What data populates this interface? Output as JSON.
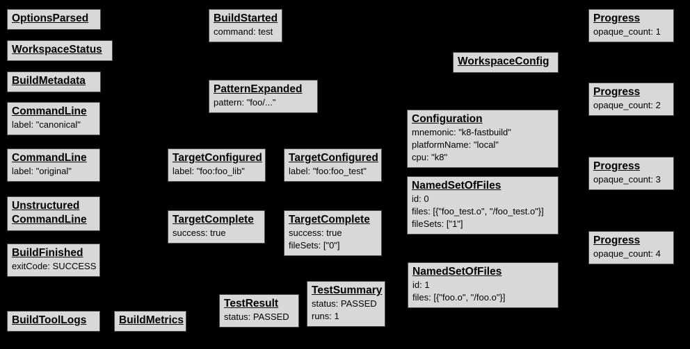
{
  "diagram": {
    "description": "Build event protocol event graph",
    "colors": {
      "background": "#000000",
      "box_fill": "#d8d8d8",
      "box_border": "#4c4c4c",
      "text": "#000000"
    }
  },
  "nodes": {
    "options_parsed": {
      "title": "OptionsParsed"
    },
    "workspace_status": {
      "title": "WorkspaceStatus"
    },
    "build_metadata": {
      "title": "BuildMetadata"
    },
    "command_line_canonical": {
      "title": "CommandLine",
      "body": "label: \"canonical\""
    },
    "command_line_original": {
      "title": "CommandLine",
      "body": "label: \"original\""
    },
    "unstructured_command_line": {
      "title": "Unstructured\nCommandLine"
    },
    "build_finished": {
      "title": "BuildFinished",
      "body": "exitCode: SUCCESS"
    },
    "build_tool_logs": {
      "title": "BuildToolLogs"
    },
    "build_metrics": {
      "title": "BuildMetrics"
    },
    "build_started": {
      "title": "BuildStarted",
      "body": "command: test"
    },
    "pattern_expanded": {
      "title": "PatternExpanded",
      "body": "pattern: \"foo/...\""
    },
    "target_configured_lib": {
      "title": "TargetConfigured",
      "body": "label: \"foo:foo_lib\""
    },
    "target_configured_test": {
      "title": "TargetConfigured",
      "body": "label: \"foo:foo_test\""
    },
    "target_complete_lib": {
      "title": "TargetComplete",
      "body": "success: true"
    },
    "target_complete_test": {
      "title": "TargetComplete",
      "body": "success: true\nfileSets: [\"0\"]"
    },
    "test_result": {
      "title": "TestResult",
      "body": "status: PASSED"
    },
    "test_summary": {
      "title": "TestSummary",
      "body": "status: PASSED\nruns: 1"
    },
    "workspace_config": {
      "title": "WorkspaceConfig"
    },
    "configuration": {
      "title": "Configuration",
      "body": "mnemonic: \"k8-fastbuild\"\nplatformName: \"local\"\ncpu: \"k8\""
    },
    "named_set_of_files_0": {
      "title": "NamedSetOfFiles",
      "body": "id: 0\nfiles: [{\"foo_test.o\", \"/foo_test.o\"}]\nfileSets: [\"1\"]"
    },
    "named_set_of_files_1": {
      "title": "NamedSetOfFiles",
      "body": "id: 1\nfiles: [{\"foo.o\", \"/foo.o\"}]"
    },
    "progress_1": {
      "title": "Progress",
      "body": "opaque_count: 1"
    },
    "progress_2": {
      "title": "Progress",
      "body": "opaque_count: 2"
    },
    "progress_3": {
      "title": "Progress",
      "body": "opaque_count: 3"
    },
    "progress_4": {
      "title": "Progress",
      "body": "opaque_count: 4"
    }
  }
}
